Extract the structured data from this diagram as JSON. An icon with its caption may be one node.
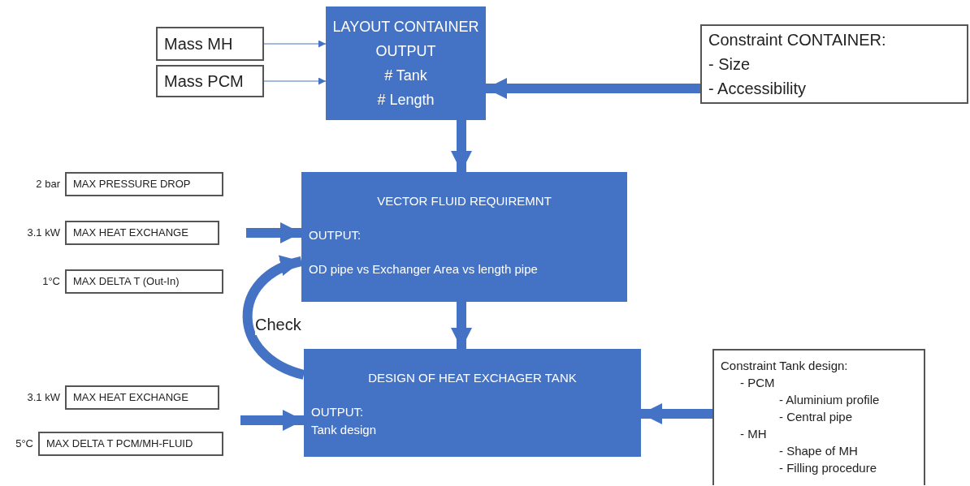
{
  "diagram": {
    "nodes": [
      {
        "text": [
          "Mass  MH"
        ]
      },
      {
        "text": [
          "Mass  PCM"
        ]
      },
      {
        "text": [
          "LAYOUT CONTAINER",
          "OUTPUT",
          "# Tank",
          "# Length"
        ]
      },
      {
        "text": [
          "Constraint CONTAINER:",
          "- Size",
          "- Accessibility"
        ]
      },
      {
        "text": [
          "MAX PRESSURE DROP"
        ],
        "beside": [
          "2 bar"
        ]
      },
      {
        "text": [
          "MAX HEAT EXCHANGE"
        ],
        "beside": [
          "3.1 kW"
        ]
      },
      {
        "text": [
          "MAX DELTA T (Out-In)"
        ],
        "beside": [
          "1°C"
        ]
      },
      {
        "text": [
          "VECTOR FLUID REQUIREMNT",
          "OUTPUT:",
          "OD pipe vs Exchanger Area vs length pipe"
        ]
      },
      {
        "text": [
          "DESIGN OF HEAT EXCHAGER TANK",
          "OUTPUT:",
          "Tank design"
        ]
      },
      {
        "text": [
          "MAX HEAT EXCHANGE"
        ],
        "beside": [
          "3.1 kW"
        ]
      },
      {
        "text": [
          "MAX DELTA T PCM/MH-FLUID"
        ],
        "beside": [
          "5°C"
        ]
      },
      {
        "text": [
          "Constraint Tank design:",
          "- PCM",
          "- Aluminium profile",
          "- Central pipe",
          "- MH",
          "- Shape of MH",
          "- Filling procedure"
        ]
      }
    ],
    "edges": [
      {
        "from": 0,
        "to": 2,
        "arrow": "to"
      },
      {
        "from": 1,
        "to": 2,
        "arrow": "to"
      },
      {
        "from": 3,
        "to": 2,
        "arrow": "to"
      },
      {
        "from": 2,
        "to": 7,
        "arrow": "to"
      },
      {
        "from": null,
        "to": 7,
        "arrow": "to"
      },
      {
        "from": 7,
        "to": 8,
        "arrow": "to"
      },
      {
        "from": 8,
        "to": 7,
        "arrow": "to",
        "label": "Check"
      },
      {
        "from": null,
        "to": 8,
        "arrow": "to"
      },
      {
        "from": 11,
        "to": 8,
        "arrow": "to"
      }
    ]
  }
}
